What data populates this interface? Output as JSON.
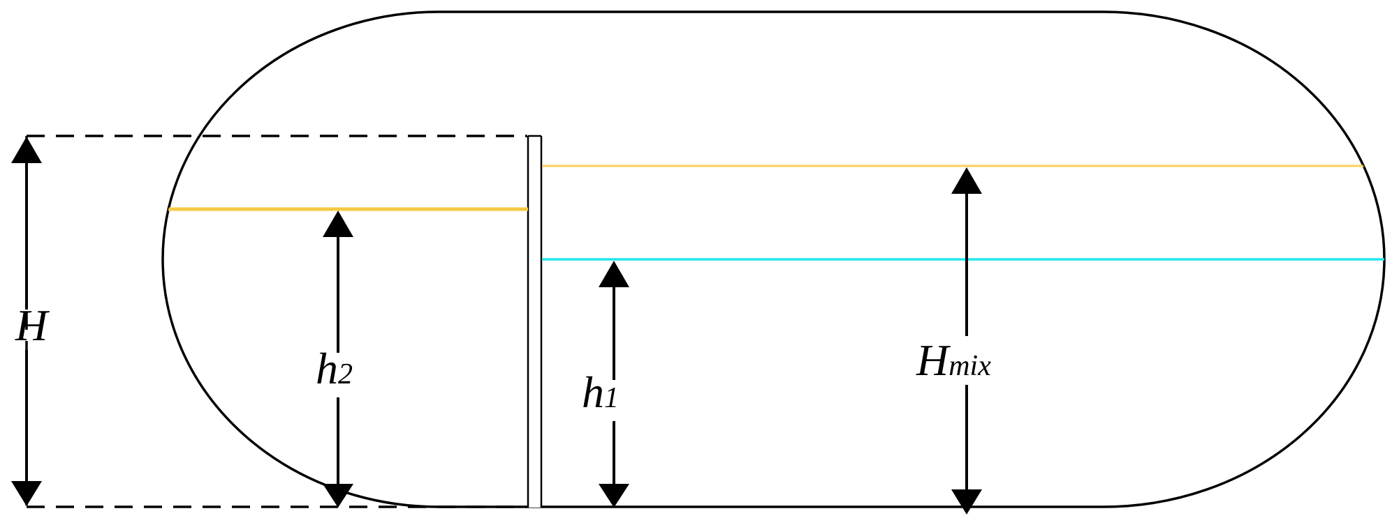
{
  "labels": {
    "total_height": {
      "main": "H",
      "sub": ""
    },
    "left_level": {
      "main": "h",
      "sub": "2"
    },
    "right_level": {
      "main": "h",
      "sub": "1"
    },
    "mixed_level": {
      "main": "H",
      "sub": "mix"
    }
  },
  "colors": {
    "outline": "#000000",
    "mixed_level_line": "#F8CF5A",
    "left_level_line": "#F5C842",
    "right_level_line": "#22E6F0",
    "background": "#ffffff"
  }
}
